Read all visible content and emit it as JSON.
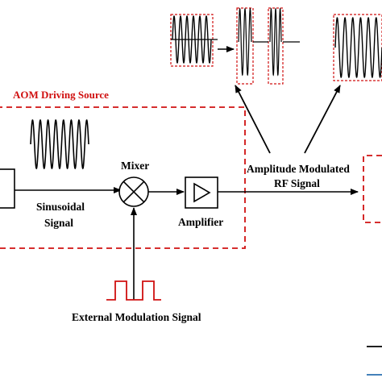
{
  "labels": {
    "aom_driving_source": "AOM Driving Source",
    "mixer": "Mixer",
    "sinusoidal_line1": "Sinusoidal",
    "sinusoidal_line2": "Signal",
    "amplifier": "Amplifier",
    "am_rf_line1": "Amplitude Modulated",
    "am_rf_line2": "RF Signal",
    "external_modulation": "External Modulation Signal"
  },
  "colors": {
    "dash_box": "#d01010",
    "stroke": "#000000",
    "text_red": "#d01010"
  },
  "icons": {
    "mixer": "circle-cross-mixer-icon",
    "amplifier": "triangle-amplifier-icon"
  }
}
